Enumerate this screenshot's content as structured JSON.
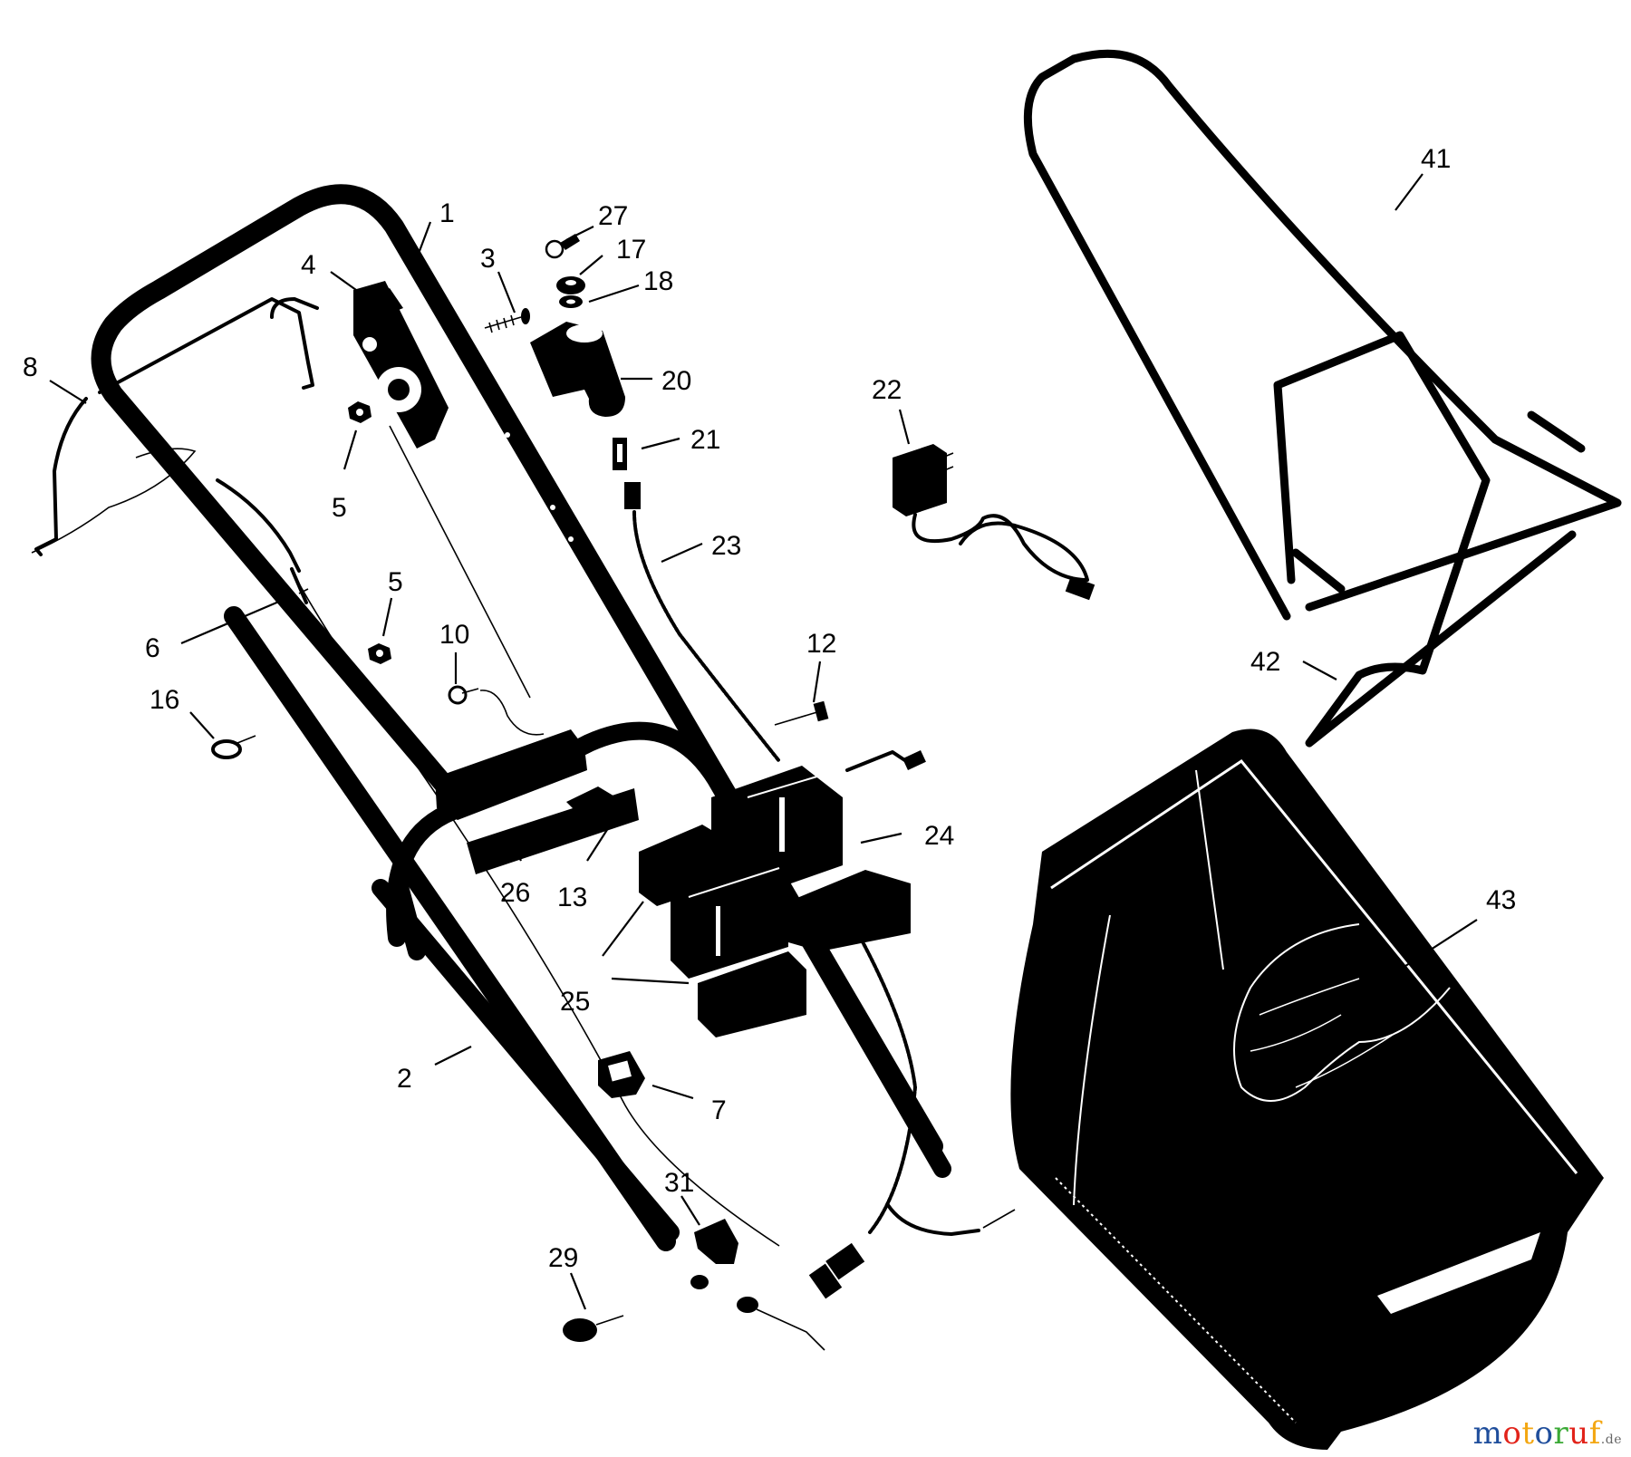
{
  "parts": [
    {
      "number": "1"
    },
    {
      "number": "2"
    },
    {
      "number": "3"
    },
    {
      "number": "4"
    },
    {
      "number": "5"
    },
    {
      "number": "5"
    },
    {
      "number": "6"
    },
    {
      "number": "7"
    },
    {
      "number": "8"
    },
    {
      "number": "10"
    },
    {
      "number": "12"
    },
    {
      "number": "13"
    },
    {
      "number": "16"
    },
    {
      "number": "17"
    },
    {
      "number": "18"
    },
    {
      "number": "20"
    },
    {
      "number": "21"
    },
    {
      "number": "22"
    },
    {
      "number": "23"
    },
    {
      "number": "24"
    },
    {
      "number": "25"
    },
    {
      "number": "26"
    },
    {
      "number": "27"
    },
    {
      "number": "29"
    },
    {
      "number": "31"
    },
    {
      "number": "41"
    },
    {
      "number": "42"
    },
    {
      "number": "43"
    }
  ],
  "watermark": {
    "letters": [
      "m",
      "o",
      "t",
      "o",
      "r",
      "u",
      "f"
    ],
    "letter_colors": [
      "#1f4e9c",
      "#e2231a",
      "#f3a712",
      "#1f4e9c",
      "#3aa935",
      "#e2231a",
      "#f3a712"
    ],
    "suffix": ".de"
  }
}
